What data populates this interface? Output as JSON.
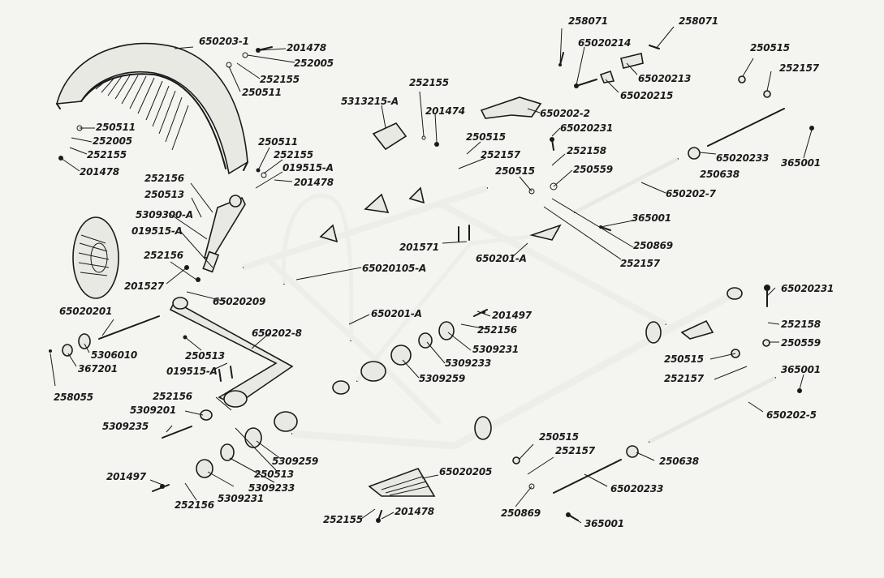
{
  "labels": {
    "l650203_1": "650203-1",
    "l201478_a": "201478",
    "l252005_a": "252005",
    "l252155_a": "252155",
    "l250511_a": "250511",
    "l250511_b": "250511",
    "l252005_b": "252005",
    "l252155_b": "252155",
    "l201478_b": "201478",
    "l250511_c": "250511",
    "l252155_c": "252155",
    "l019515_a1": "019515-A",
    "l201478_c": "201478",
    "l252156_a": "252156",
    "l250513_a": "250513",
    "l5309300_a": "5309300-A",
    "l019515_a2": "019515-A",
    "l252156_b": "252156",
    "l201527": "201527",
    "l65020201": "65020201",
    "l5306010": "5306010",
    "l367201": "367201",
    "l258055": "258055",
    "l65020209": "65020209",
    "l650202_8": "650202-8",
    "l250513_b": "250513",
    "l019515_a3": "019515-A",
    "l252156_c": "252156",
    "l5309201": "5309201",
    "l5309235": "5309235",
    "l201497_a": "201497",
    "l252156_d": "252156",
    "l5309231_a": "5309231",
    "l5309233_a": "5309233",
    "l250513_c": "250513",
    "l5309259_a": "5309259",
    "l5313215_a": "5313215-A",
    "l252155_d": "252155",
    "l201474": "201474",
    "l650202_2": "650202-2",
    "l65020231_a": "65020231",
    "l258071_a": "258071",
    "l65020214": "65020214",
    "l258071_b": "258071",
    "l65020213": "65020213",
    "l65020215": "65020215",
    "l250515_a": "250515",
    "l252157_a": "252157",
    "l252158_a": "252158",
    "l250515_b": "250515",
    "l250559_a": "250559",
    "l250515_c": "250515",
    "l252157_b": "252157",
    "l65020233_a": "65020233",
    "l365001_a": "365001",
    "l250638_a": "250638",
    "l650202_7": "650202-7",
    "l365001_b": "365001",
    "l250869_a": "250869",
    "l252157_c": "252157",
    "l201571": "201571",
    "l650201_a1": "650201-A",
    "l65020105_a": "65020105-A",
    "l650201_a2": "650201-A",
    "l201497_b": "201497",
    "l252156_e": "252156",
    "l5309231_b": "5309231",
    "l5309233_b": "5309233",
    "l5309259_b": "5309259",
    "l65020231_b": "65020231",
    "l252158_b": "252158",
    "l250559_b": "250559",
    "l250515_d": "250515",
    "l252157_d": "252157",
    "l365001_c": "365001",
    "l650202_5": "650202-5",
    "l250515_e": "250515",
    "l252157_e": "252157",
    "l250638_b": "250638",
    "l65020233_b": "65020233",
    "l250869_b": "250869",
    "l365001_d": "365001",
    "l65020205": "65020205",
    "l252155_e": "252155",
    "l201478_d": "201478"
  }
}
